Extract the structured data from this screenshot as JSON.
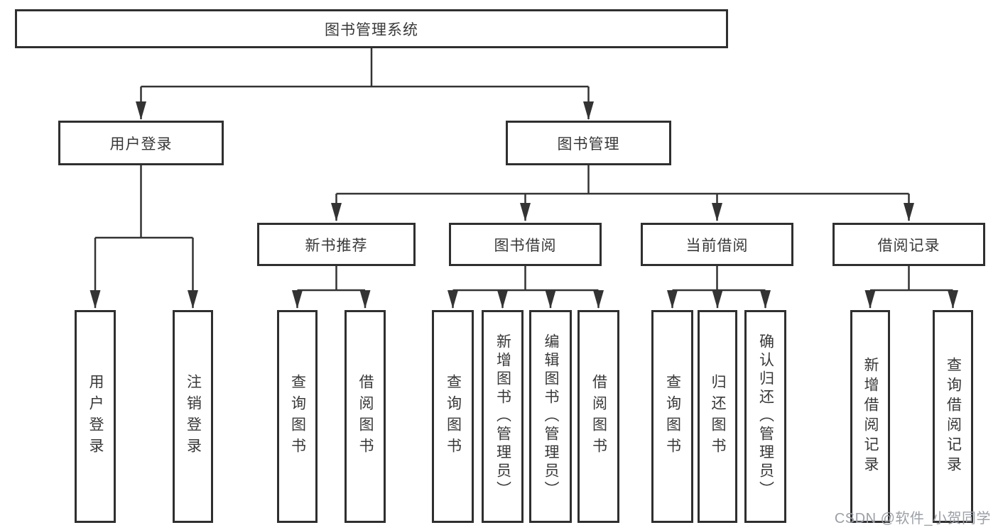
{
  "diagram": {
    "title": "图书管理系统",
    "nodes": {
      "root": {
        "label": "图书管理系统"
      },
      "user_login": {
        "label": "用户登录"
      },
      "book_mgmt": {
        "label": "图书管理"
      },
      "new_book_rec": {
        "label": "新书推荐"
      },
      "book_borrow": {
        "label": "图书借阅"
      },
      "current_borrow": {
        "label": "当前借阅"
      },
      "borrow_record": {
        "label": "借阅记录"
      },
      "leaf_user_login": {
        "label": "用户登录"
      },
      "leaf_logout": {
        "label": "注销登录"
      },
      "leaf_query_book_rec": {
        "label": "查询图书"
      },
      "leaf_borrow_book_rec": {
        "label": "借阅图书"
      },
      "leaf_query_book_borrow": {
        "label": "查询图书"
      },
      "leaf_add_book_admin": {
        "label": "新增图书（管理员）"
      },
      "leaf_edit_book_admin": {
        "label": "编辑图书（管理员）"
      },
      "leaf_borrow_book_borrow": {
        "label": "借阅图书"
      },
      "leaf_query_book_current": {
        "label": "查询图书"
      },
      "leaf_return_book": {
        "label": "归还图书"
      },
      "leaf_confirm_return_admin": {
        "label": "确认归还（管理员）"
      },
      "leaf_add_borrow_record": {
        "label": "新增借阅记录"
      },
      "leaf_query_borrow_record": {
        "label": "查询借阅记录"
      }
    },
    "edges": [
      "图书管理系统→用户登录",
      "图书管理系统→图书管理",
      "用户登录→用户登录",
      "用户登录→注销登录",
      "图书管理→新书推荐",
      "图书管理→图书借阅",
      "图书管理→当前借阅",
      "图书管理→借阅记录",
      "新书推荐→查询图书",
      "新书推荐→借阅图书",
      "图书借阅→查询图书",
      "图书借阅→新增图书（管理员）",
      "图书借阅→编辑图书（管理员）",
      "图书借阅→借阅图书",
      "当前借阅→查询图书",
      "当前借阅→归还图书",
      "当前借阅→确认归还（管理员）",
      "借阅记录→新增借阅记录",
      "借阅记录→查询借阅记录"
    ]
  },
  "watermark": {
    "text": "CSDN @软件_小贺同学"
  },
  "colors": {
    "line": "#333333",
    "box_border": "#2f2f2f",
    "text": "#383838",
    "watermark": "#9b9fa6",
    "background": "#ffffff"
  }
}
